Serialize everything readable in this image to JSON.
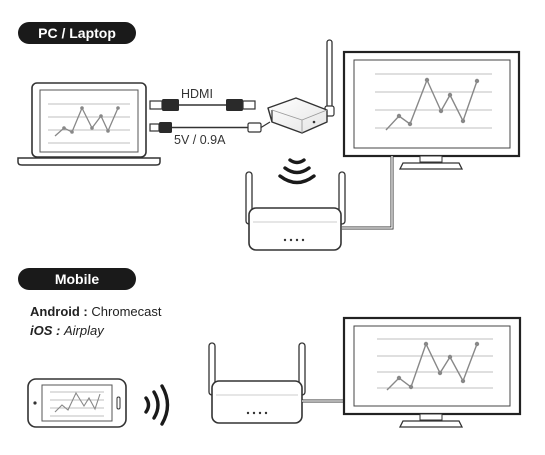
{
  "sections": {
    "pc": {
      "title": "PC / Laptop"
    },
    "mobile": {
      "title": "Mobile"
    }
  },
  "cable_labels": {
    "hdmi": "HDMI",
    "power": "5V / 0.9A"
  },
  "mobile_protocols": {
    "android_label": "Android :",
    "android_value": "Chromecast",
    "ios_label": "iOS :",
    "ios_value": "Airplay"
  },
  "icons": [
    "laptop-icon",
    "hdmi-cable-icon",
    "usb-cable-icon",
    "wireless-dongle-icon",
    "tv-monitor-icon",
    "router-icon",
    "wifi-signal-icon",
    "smartphone-icon"
  ]
}
